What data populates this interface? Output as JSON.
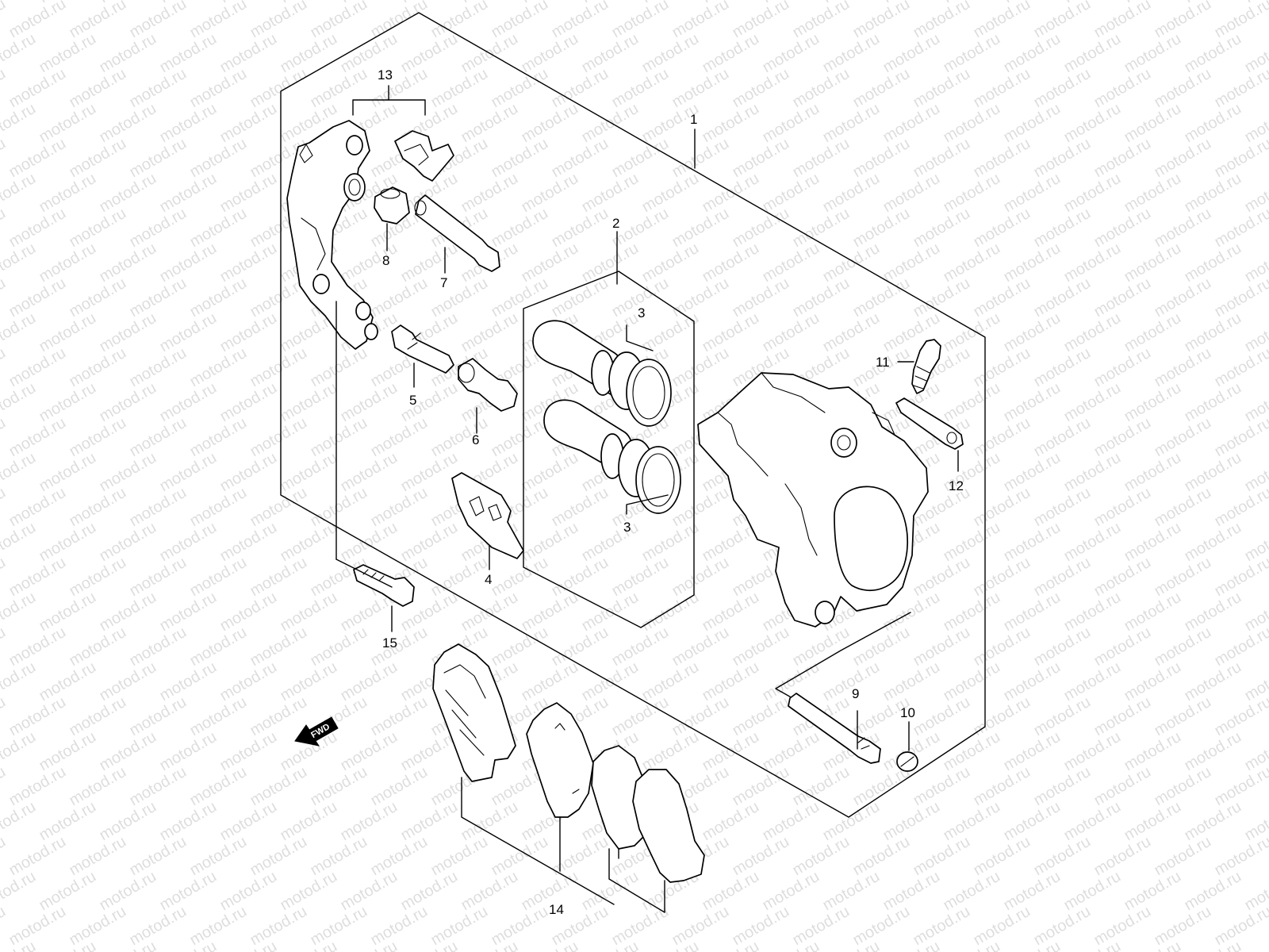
{
  "watermark": {
    "text": "motod.ru"
  },
  "callouts": [
    {
      "id": "1",
      "label": "1"
    },
    {
      "id": "2",
      "label": "2"
    },
    {
      "id": "3a",
      "label": "3"
    },
    {
      "id": "3b",
      "label": "3"
    },
    {
      "id": "4",
      "label": "4"
    },
    {
      "id": "5",
      "label": "5"
    },
    {
      "id": "6",
      "label": "6"
    },
    {
      "id": "7",
      "label": "7"
    },
    {
      "id": "8",
      "label": "8"
    },
    {
      "id": "9",
      "label": "9"
    },
    {
      "id": "10",
      "label": "10"
    },
    {
      "id": "11",
      "label": "11"
    },
    {
      "id": "12",
      "label": "12"
    },
    {
      "id": "13",
      "label": "13"
    },
    {
      "id": "14",
      "label": "14"
    },
    {
      "id": "15",
      "label": "15"
    }
  ],
  "direction_marker": {
    "label": "FWD"
  }
}
